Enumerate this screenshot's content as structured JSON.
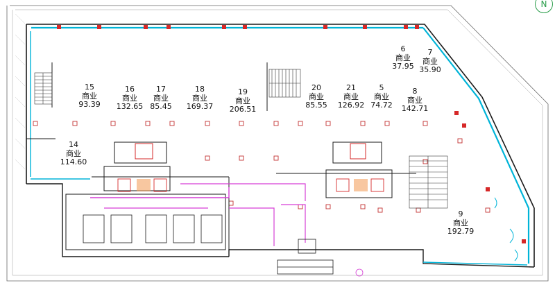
{
  "units": [
    {
      "id": "u15",
      "number": "15",
      "use": "商业",
      "area": "93.39"
    },
    {
      "id": "u16",
      "number": "16",
      "use": "商业",
      "area": "132.65"
    },
    {
      "id": "u17",
      "number": "17",
      "use": "商业",
      "area": "85.45"
    },
    {
      "id": "u18",
      "number": "18",
      "use": "商业",
      "area": "169.37"
    },
    {
      "id": "u19",
      "number": "19",
      "use": "商业",
      "area": "206.51"
    },
    {
      "id": "u20",
      "number": "20",
      "use": "商业",
      "area": "85.55"
    },
    {
      "id": "u21",
      "number": "21",
      "use": "商业",
      "area": "126.92"
    },
    {
      "id": "u5",
      "number": "5",
      "use": "商业",
      "area": "74.72"
    },
    {
      "id": "u6",
      "number": "6",
      "use": "商业",
      "area": "37.95"
    },
    {
      "id": "u7",
      "number": "7",
      "use": "商业",
      "area": "35.90"
    },
    {
      "id": "u8",
      "number": "8",
      "use": "商业",
      "area": "142.71"
    },
    {
      "id": "u14",
      "number": "14",
      "use": "商业",
      "area": "114.60"
    },
    {
      "id": "u9",
      "number": "9",
      "use": "商业",
      "area": "192.79"
    }
  ],
  "north_mark": "N",
  "colors": {
    "wall": "#1a1a1a",
    "glass": "#00b4d8",
    "magenta": "#d63fd6",
    "red": "#d62828",
    "green": "#2a9d4a",
    "column": "#c23030",
    "hatch": "#999999"
  }
}
